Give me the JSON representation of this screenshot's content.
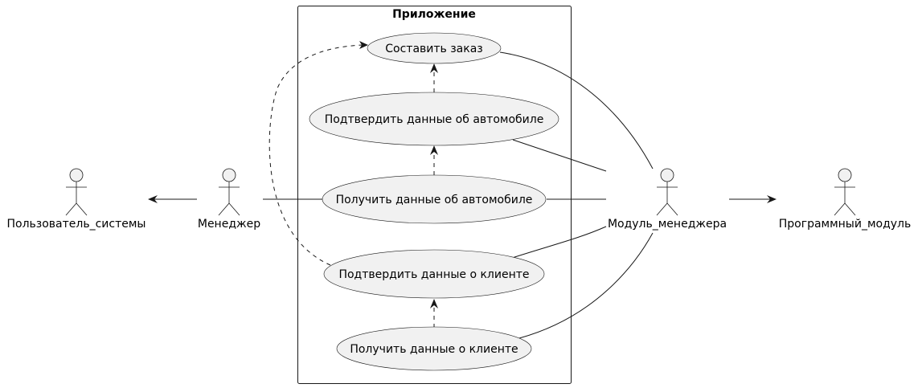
{
  "diagram": {
    "boundary_title": "Приложение",
    "actors": {
      "user": "Пользователь_системы",
      "manager": "Менеджер",
      "manager_module": "Модуль_менеджера",
      "program_module": "Программный_модуль"
    },
    "use_cases": {
      "make_order": "Составить заказ",
      "confirm_car": "Подтвердить данные об автомобиле",
      "get_car": "Получить данные об автомобиле",
      "confirm_client": "Подтвердить данные о клиенте",
      "get_client": "Получить данные о клиенте"
    }
  }
}
